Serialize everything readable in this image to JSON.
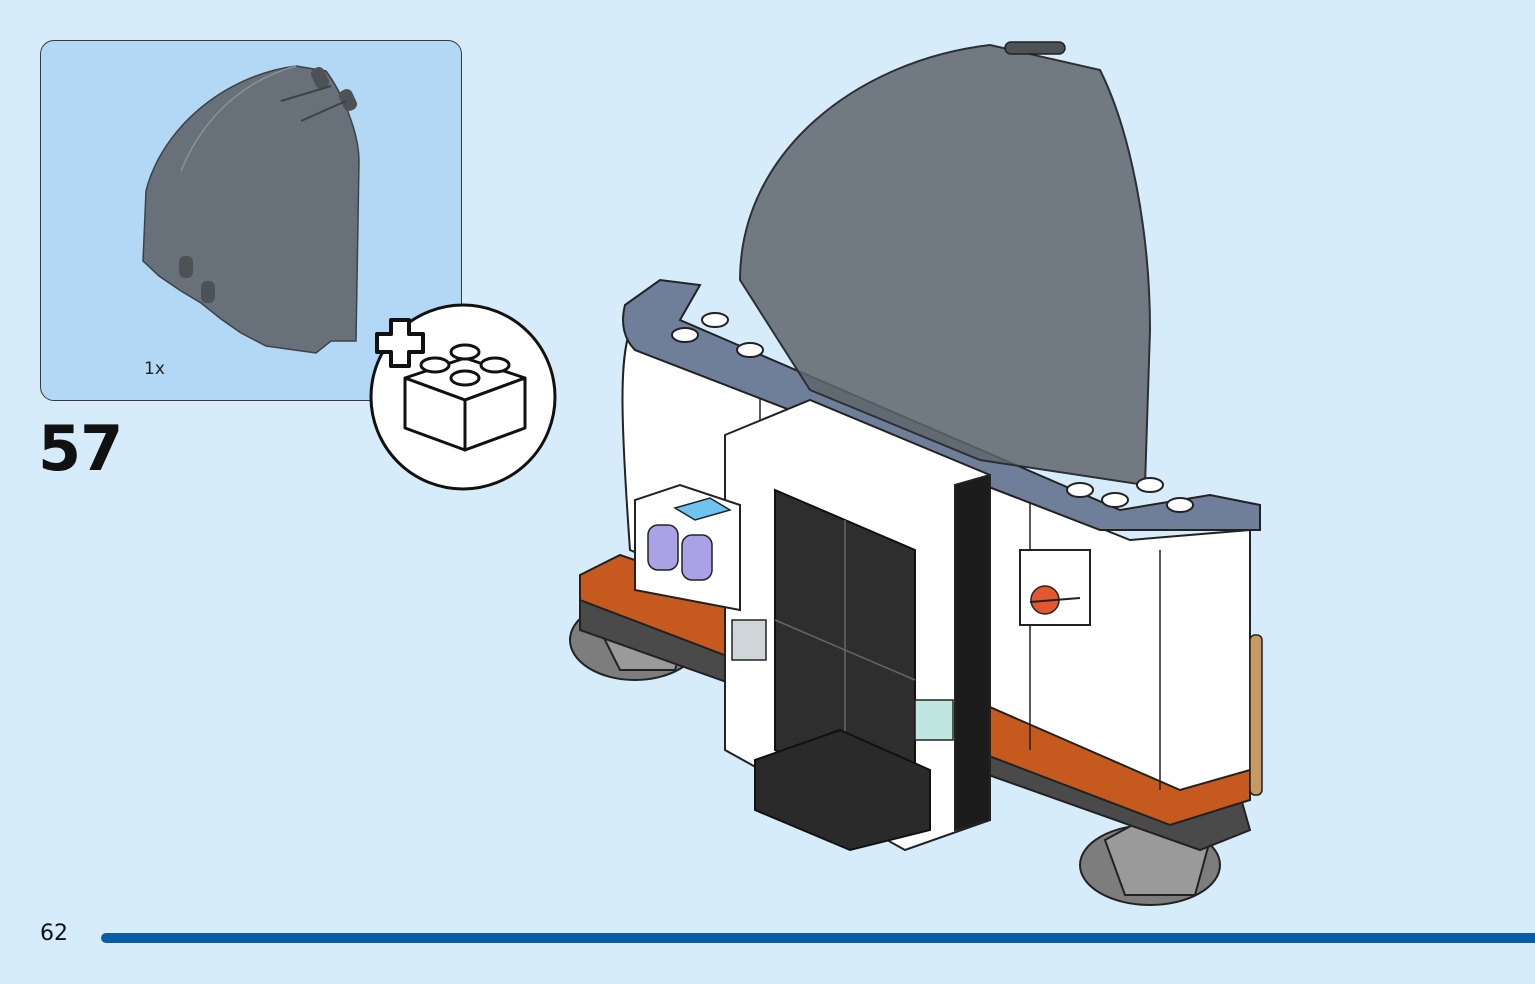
{
  "step": {
    "number": "57",
    "parts": [
      {
        "quantity_label": "1x",
        "part_icon": "trans-black-windscreen-icon",
        "color": "#6a7278"
      }
    ],
    "callout_icon": "add-bricks-icon"
  },
  "page": {
    "number": "62",
    "progress_color": "#0a5ea8",
    "background": "#d6ecfb",
    "parts_box_color": "#b3d8f5"
  },
  "model": {
    "icon": "space-station-module-icon",
    "accent_colors": {
      "white": "#ffffff",
      "sand_blue": "#6f7f99",
      "orange": "#c65a1e",
      "dark_gray": "#4a4a4a",
      "trans_black": "#6a7278"
    }
  }
}
